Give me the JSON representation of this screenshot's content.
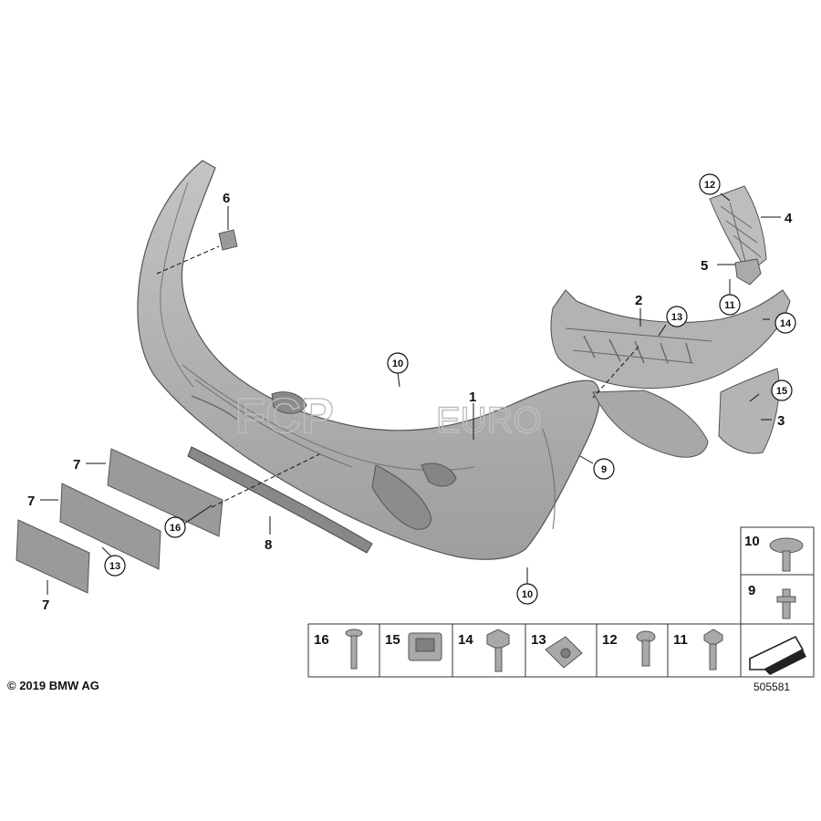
{
  "watermark": {
    "brand": "FCP",
    "suffix": "EURO"
  },
  "copyright": "© 2019 BMW AG",
  "document_number": "505581",
  "callouts": {
    "c1": "1",
    "c2": "2",
    "c3": "3",
    "c4": "4",
    "c5": "5",
    "c6": "6",
    "c7a": "7",
    "c7b": "7",
    "c7c": "7",
    "c8": "8",
    "c9": "9",
    "c10a": "10",
    "c10b": "10",
    "c11": "11",
    "c12": "12",
    "c13a": "13",
    "c13b": "13",
    "c14": "14",
    "c15": "15",
    "c16": "16"
  },
  "fastener_table": {
    "bottom_row": [
      "16",
      "15",
      "14",
      "13",
      "12",
      "11"
    ],
    "side_column": [
      "10",
      "9"
    ]
  }
}
